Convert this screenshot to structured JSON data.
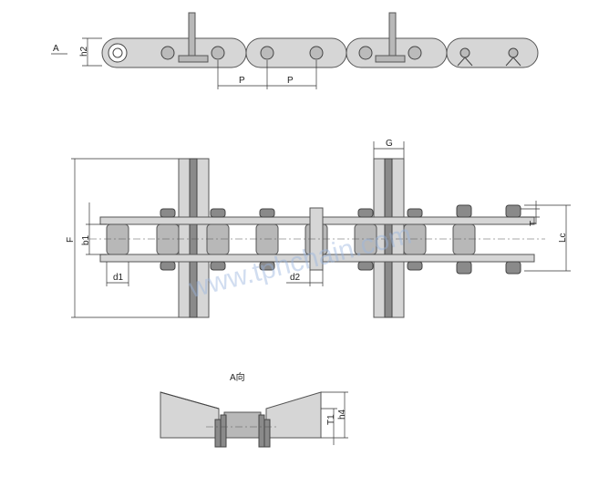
{
  "labels": {
    "view_a": "A",
    "h2": "h2",
    "p1": "P",
    "p2": "P",
    "g": "G",
    "f": "F",
    "b1": "b1",
    "t": "T",
    "lc": "Lc",
    "d1": "d1",
    "d2": "d2",
    "a_view": "A向",
    "t1": "T1",
    "h4": "h4"
  },
  "watermark": "www.tphchain.com",
  "colors": {
    "plate": "#d6d6d6",
    "dark": "#8a8a8a",
    "line": "#333333"
  }
}
